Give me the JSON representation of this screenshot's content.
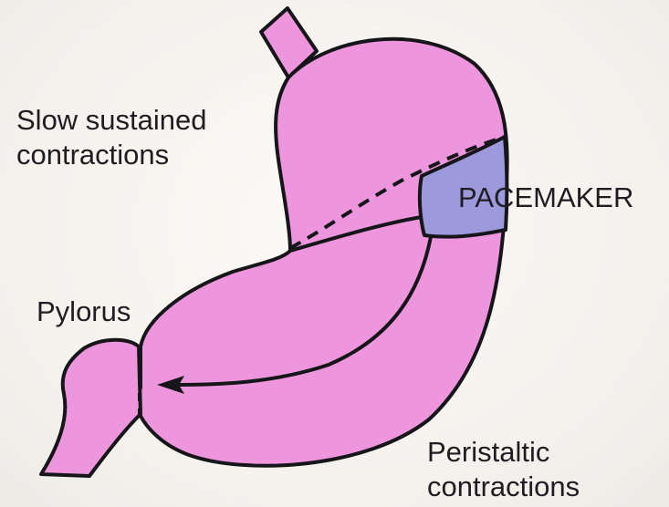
{
  "labels": {
    "slow_line1": "Slow sustained",
    "slow_line2": "contractions",
    "pylorus": "Pylorus",
    "pacemaker": "PACEMAKER",
    "peristaltic_line1": "Peristaltic",
    "peristaltic_line2": "contractions"
  },
  "colors": {
    "stomach_fill": "#ee96dd",
    "pacemaker_fill": "#9c99dd",
    "outline": "#16161a",
    "background": "#f5f3ee"
  }
}
